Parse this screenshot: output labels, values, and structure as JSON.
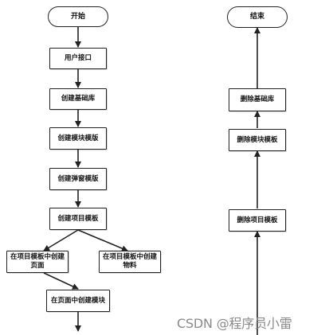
{
  "left_flow": {
    "start": "开始",
    "user_interface": "用户接口",
    "create_base_lib": "创建基础库",
    "create_module_template": "创建模块模版",
    "create_popup_template": "创建弹窗模版",
    "create_project_template": "创建项目模板",
    "create_page_in_project": "在项目模板中创建页面",
    "create_material_in_project": "在项目模板中创建物料",
    "create_module_in_page": "在页面中创建模块"
  },
  "right_flow": {
    "end": "结束",
    "delete_base_lib": "删除基础库",
    "delete_module_template": "删除模块模板",
    "delete_project_template": "删除项目模板"
  },
  "watermark": "CSDN @程序员小雷",
  "colors": {
    "stroke": "#222222",
    "text": "#111111",
    "watermark": "#8a8a8a"
  }
}
